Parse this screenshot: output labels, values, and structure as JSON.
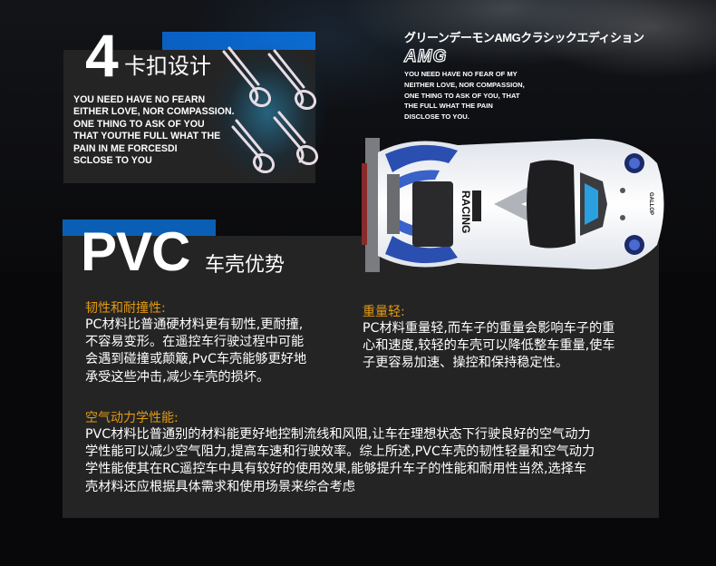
{
  "clip_section": {
    "number": "4",
    "title": "卡扣设计",
    "body_lines": [
      "YOU NEED HAVE NO FEARN",
      "EITHER LOVE, NOR COMPASSION.",
      "ONE THING TO ASK OF YOU",
      "THAT YOUTHE FULL WHAT THE",
      "PAIN IN ME FORCESDI",
      "SCLOSE TO YOU"
    ]
  },
  "amg_section": {
    "japanese_title": "グリーンデーモンAMGクラシックエディション",
    "logo": "AMG",
    "body_lines": [
      "YOU NEED HAVE NO FEAR OF MY",
      "NEITHER LOVE, NOR COMPASSION,",
      "ONE THING TO ASK OF YOU, THAT",
      "THE FULL WHAT THE PAIN",
      "DISCLOSE TO YOU."
    ]
  },
  "car_image": {
    "livery_text": "RACING",
    "brand": "GALLOP"
  },
  "pvc_section": {
    "big_title": "PVC",
    "subtitle": "车壳优势",
    "toughness": {
      "heading": "韧性和耐撞性:",
      "lines": [
        "PC材料比普通硬材料更有韧性,更耐撞,",
        "不容易变形。在遥控车行驶过程中可能",
        "会遇到碰撞或颠簸,PvC车壳能够更好地",
        "承受这些冲击,减少车壳的损坏。"
      ]
    },
    "lightweight": {
      "heading": "重量轻:",
      "lines": [
        "PC材料重量轻,而车子的重量会影响车子的重",
        "心和速度,较轻的车壳可以降低整车重量,使车",
        "子更容易加速、操控和保持稳定性。"
      ]
    },
    "aerodynamics": {
      "heading": "空气动力学性能:",
      "lines": [
        "PVC材料比普通别的材料能更好地控制流线和风阻,让车在理想状态下行驶良好的空气动力",
        "学性能可以减少空气阻力,提高车速和行驶效率。综上所述,PVC车壳的韧性轻量和空气动力",
        "学性能使其在RC遥控车中具有较好的使用效果,能够提升车子的性能和耐用性当然,选择车",
        "壳材料还应根据具体需求和使用场景来综合考虑"
      ]
    }
  },
  "colors": {
    "accent_blue": "#0a5fb5",
    "heading_orange": "#e39a12",
    "card_bg": "#242424",
    "page_bg": "#08080a"
  }
}
